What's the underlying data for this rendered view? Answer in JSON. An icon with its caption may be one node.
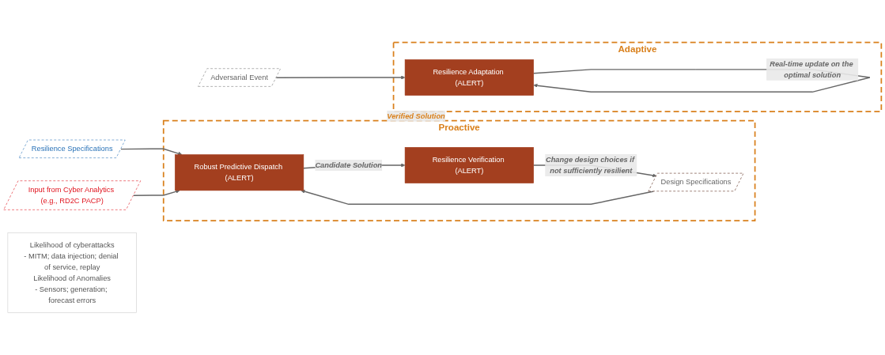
{
  "diagram": {
    "nodes": [
      {
        "text": [
          "Proactive"
        ]
      },
      {
        "text": [
          "Robust Predictive Dispatch (ALERT)"
        ],
        "in": 0
      },
      {
        "text": [
          "Resilience Verification (ALERT)"
        ],
        "in": 0
      },
      {
        "text": [
          "Design Specifications"
        ],
        "in": 0
      },
      {
        "text": [
          "Adaptive"
        ]
      },
      {
        "text": [
          "Resilience Adaptation (ALERT)"
        ],
        "in": 4
      },
      {
        "text": [
          "Resilience Specifications"
        ]
      },
      {
        "text": [
          "Input from Cyber Analytics (e.g., RD2C PACP)"
        ]
      },
      {
        "text": [
          "Likelihood of cyberattacks",
          "- MITM; data injection; denial of service, replay",
          "Likelihood of Anomalies",
          "- Sensors; generation; forecast errors"
        ]
      },
      {
        "text": [
          "Adversarial Event"
        ]
      }
    ],
    "edges": [
      {
        "from": 6,
        "to": 1,
        "arrow": "to"
      },
      {
        "from": 7,
        "to": 1,
        "arrow": "to"
      },
      {
        "from": 3,
        "to": 1,
        "arrow": "to"
      },
      {
        "from": 1,
        "to": 2,
        "arrow": "to",
        "label": "Candidate Solution"
      },
      {
        "from": 2,
        "to": 3,
        "arrow": "to",
        "label": "Change design choices if not sufficiently resilient"
      },
      {
        "from": 0,
        "to": 4,
        "arrow": "to",
        "label": "Verified Solution",
        "color": "#d9801c"
      },
      {
        "from": 9,
        "to": 5,
        "arrow": "to"
      },
      {
        "from": 5,
        "to": 5,
        "arrow": "to",
        "label": "Real-time update on the optimal solution"
      }
    ]
  }
}
